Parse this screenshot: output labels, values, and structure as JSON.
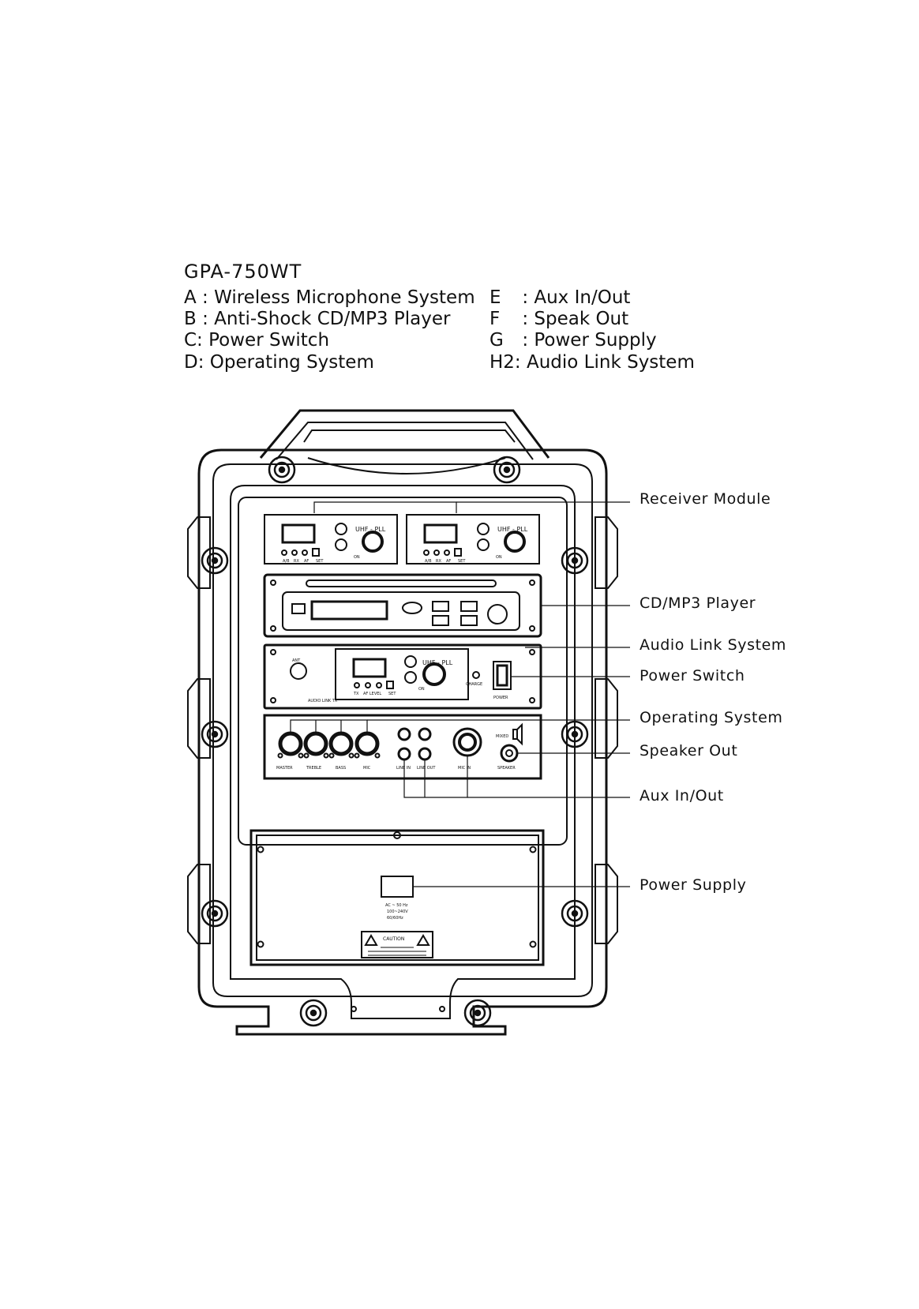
{
  "model": "GPA-750WT",
  "legend": [
    {
      "key": "A :",
      "text": "Wireless Microphone System"
    },
    {
      "key": "B :",
      "text": "Anti-Shock CD/MP3  Player"
    },
    {
      "key": "C:",
      "text": "Power Switch"
    },
    {
      "key": "D:",
      "text": "Operating System"
    },
    {
      "key": "E",
      "text": ": Aux In/Out"
    },
    {
      "key": "F",
      "text": ": Speak Out"
    },
    {
      "key": "G",
      "text": ": Power Supply"
    },
    {
      "key": "H2:",
      "text": "Audio Link System"
    }
  ],
  "callouts": {
    "receiver_module": "Receiver Module",
    "cd_mp3_player": "CD/MP3 Player",
    "audio_link_system": "Audio Link System",
    "power_switch": "Power Switch",
    "operating_system": "Operating System",
    "speaker_out": "Speaker Out",
    "aux_in_out": "Aux In/Out",
    "power_supply": "Power Supply"
  },
  "panel_labels": {
    "uhf_pll": "UHF - PLL",
    "on": "ON",
    "rx_labels": [
      "A/B",
      "RX",
      "AF",
      "SET"
    ],
    "ant": "ANT",
    "audio_link_tx": "AUDIO LINK TX",
    "tx_labels": [
      "TX",
      "AF LEVEL",
      "SET"
    ],
    "charge": "CHARGE",
    "power": "POWER",
    "knobs": [
      "MASTER",
      "TREBLE",
      "BASS",
      "MIC"
    ],
    "line_in": "LINE IN",
    "line_out": "LINE OUT",
    "mic_in": "MIC IN",
    "mixed": "MIXED",
    "speaker": "SPEAKER",
    "ac_rating": [
      "AC  ~ 50 Hz",
      "100~240V",
      "60/60Hz"
    ],
    "caution": "CAUTION"
  }
}
